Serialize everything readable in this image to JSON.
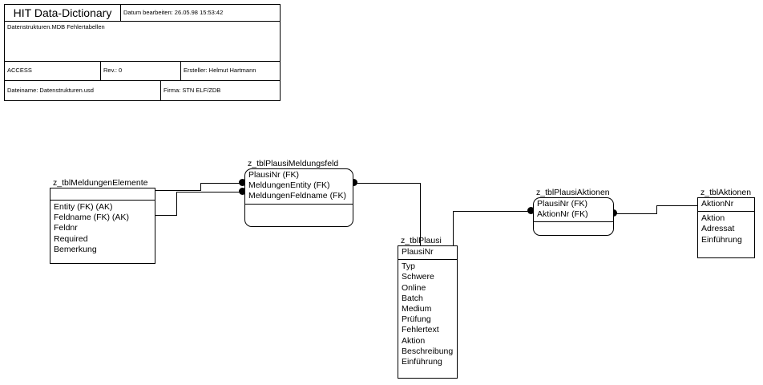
{
  "title_block": {
    "title": "HIT Data-Dictionary",
    "datum": "Datum bearbeiten: 26.05.98 15:53:42",
    "structure": "Datenstrukturen.MDB Fehlertabellen",
    "system": "ACCESS",
    "revision": "Rev.: 0",
    "author": "Ersteller: Helmut Hartmann",
    "filename": "Dateiname: Datenstrukturen.usd",
    "company": "Firma: STN ELF/ZDB"
  },
  "diagram": {
    "type": "erd-idef1x",
    "entities": [
      {
        "id": "z_tblMeldungenElemente",
        "name": "z_tblMeldungenElemente",
        "shape": "rectangular",
        "key_fields": [],
        "attributes": [
          "Entity (FK) (AK)",
          "Feldname (FK) (AK)",
          "Feldnr",
          "Required",
          "Bemerkung"
        ]
      },
      {
        "id": "z_tblPlausiMeldungsfeld",
        "name": "z_tblPlausiMeldungsfeld",
        "shape": "rounded",
        "key_fields": [
          "PlausiNr (FK)",
          "MeldungenEntity (FK)",
          "MeldungenFeldname (FK)"
        ],
        "attributes": []
      },
      {
        "id": "z_tblPlausi",
        "name": "z_tblPlausi",
        "shape": "rectangular",
        "key_fields": [
          "PlausiNr"
        ],
        "attributes": [
          "Typ",
          "Schwere",
          "Online",
          "Batch",
          "Medium",
          "Prüfung",
          "Fehlertext",
          "Aktion",
          "Beschreibung",
          "Einführung"
        ]
      },
      {
        "id": "z_tblPlausiAktionen",
        "name": "z_tblPlausiAktionen",
        "shape": "rounded",
        "key_fields": [
          "PlausiNr (FK)",
          "AktionNr (FK)"
        ],
        "attributes": []
      },
      {
        "id": "z_tblAktionen",
        "name": "z_tblAktionen",
        "shape": "rectangular",
        "key_fields": [
          "AktionNr"
        ],
        "attributes": [
          "Aktion",
          "Adressat",
          "Einführung"
        ]
      }
    ],
    "relationships": [
      {
        "from": "z_tblMeldungenElemente",
        "to": "z_tblPlausiMeldungsfeld",
        "child_marker": "solid-dot"
      },
      {
        "from": "z_tblMeldungenElemente",
        "to": "z_tblPlausiMeldungsfeld",
        "child_marker": "solid-dot"
      },
      {
        "from": "z_tblPlausi",
        "to": "z_tblPlausiMeldungsfeld",
        "child_marker": "solid-dot"
      },
      {
        "from": "z_tblPlausi",
        "to": "z_tblPlausiAktionen",
        "child_marker": "solid-dot"
      },
      {
        "from": "z_tblAktionen",
        "to": "z_tblPlausiAktionen",
        "child_marker": "solid-dot"
      }
    ]
  }
}
